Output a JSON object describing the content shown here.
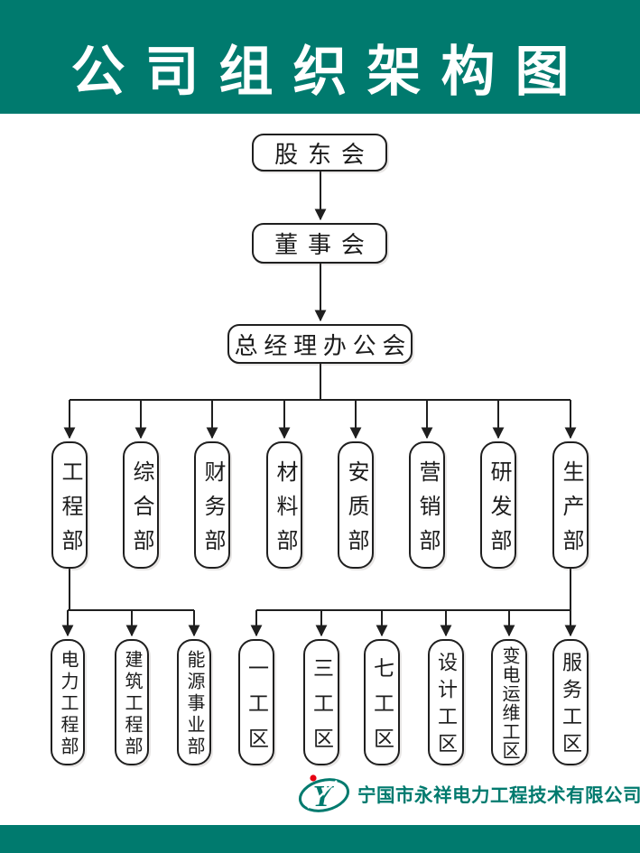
{
  "title": "公司组织架构图",
  "org": {
    "level1": [
      {
        "label": "股东会"
      },
      {
        "label": "董事会"
      },
      {
        "label": "总经理办公会"
      }
    ],
    "departments": [
      {
        "label": "工程部"
      },
      {
        "label": "综合部"
      },
      {
        "label": "财务部"
      },
      {
        "label": "材料部"
      },
      {
        "label": "安质部"
      },
      {
        "label": "营销部"
      },
      {
        "label": "研发部"
      },
      {
        "label": "生产部"
      }
    ],
    "engineering_children": [
      {
        "label": "电力工程部"
      },
      {
        "label": "建筑工程部"
      },
      {
        "label": "能源事业部"
      }
    ],
    "production_children": [
      {
        "label": "一工区"
      },
      {
        "label": "三工区"
      },
      {
        "label": "七工区"
      },
      {
        "label": "设计工区"
      },
      {
        "label": "变电运维工区"
      },
      {
        "label": "服务工区"
      }
    ]
  },
  "footer": {
    "company_name": "宁国市永祥电力工程技术有限公司",
    "logo": "yongxiang-yx-logo"
  },
  "colors": {
    "brand_teal": "#007a6e",
    "line_color": "#1f1f1f",
    "logo_red": "#e60012",
    "text_color": "#1c1c1c"
  }
}
